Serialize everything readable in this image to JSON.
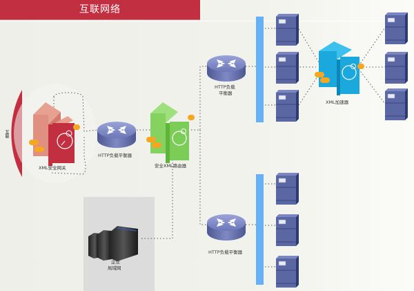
{
  "header": {
    "title": "互联网络"
  },
  "colors": {
    "brand_red": "#c22f40",
    "switch_blue": "#66b0f5",
    "server_blue": "#5a67a3",
    "gateway_green": "#7ccc58",
    "accelerator_cyan": "#1aa8dd",
    "connector_orange": "#f5a623"
  },
  "nodes": {
    "internet_label": "互联",
    "xml_security_gateway": "XML安全网关",
    "http_lb_left": "HTTP负载平衡器",
    "secure_xml_router": "安全XML路由器",
    "http_lb_top_line1": "HTTP负载",
    "http_lb_top_line2": "平衡器",
    "xml_accelerator": "XML加速器",
    "http_lb_bottom": "HTTP负载平衡器",
    "enterprise_line1": "企业",
    "enterprise_line2": "局域网"
  },
  "icons": {
    "router": "router-icon",
    "server": "server-icon",
    "gateway": "xml-gateway-icon",
    "switch": "switch-bar-icon",
    "datacenter": "datacenter-icon"
  }
}
